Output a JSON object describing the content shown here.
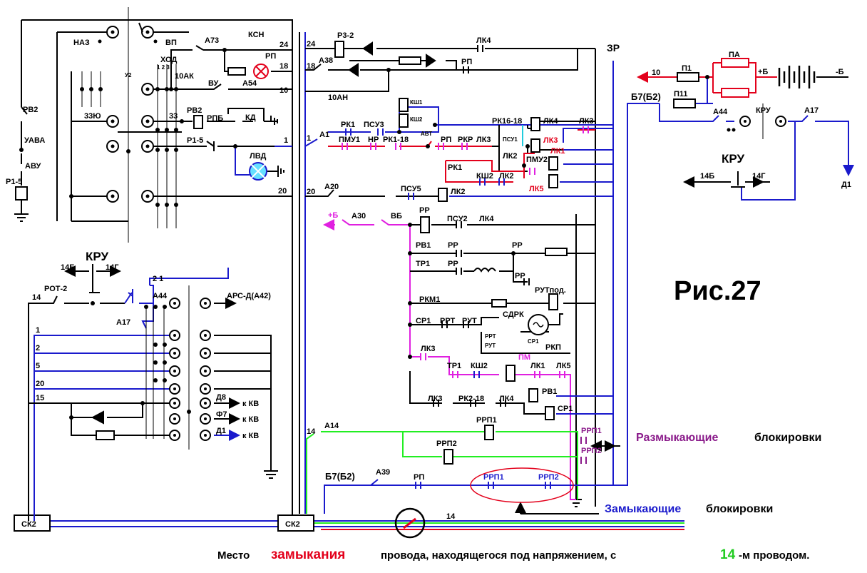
{
  "figure_title": "Рис.27",
  "legend": {
    "break_word": "Размыкающие",
    "break_rest": "блокировки",
    "make_word": "Замыкающие",
    "make_rest": "блокировки"
  },
  "caption": {
    "part1": "Место",
    "part2": "замыкания",
    "part3": "провода, находящегося под напряжением, с",
    "part4": "14",
    "part5": "-м проводом."
  },
  "colors": {
    "black_wire": "#000000",
    "blue_wire": "#1a1acc",
    "red_wire": "#e3001b",
    "magenta_wire": "#e020e0",
    "green_wire": "#22ee22",
    "lamp_rp": "#e3001b",
    "lamp_lvd": "#22ccee"
  },
  "top_left": {
    "naz": "НАЗ",
    "vp": "ВП",
    "a73": "А73",
    "ksn": "КСН",
    "rp": "РП",
    "w24": "24",
    "w18": "18",
    "w10": "10",
    "hod": "ХОД",
    "hod_nums": "1  2  3",
    "ak10": "10АК",
    "u2": "У2",
    "vu": "ВУ",
    "a54": "А54",
    "rv2": "РВ2",
    "w33yu": "33Ю",
    "w33": "33",
    "rv2b": "РВ2",
    "rpb": "РПБ",
    "kd": "КД",
    "r15": "Р1-5",
    "w1": "1",
    "lvd": "ЛВД",
    "w20": "20",
    "rv2_left": "РВ2",
    "uava": "УАВА",
    "avu": "АВУ",
    "r15_left": "Р1-5"
  },
  "top_mid": {
    "r32": "Р3-2",
    "w24": "24",
    "a38": "А38",
    "w18": "18",
    "ah10": "10АН",
    "lk4": "ЛК4",
    "rp": "РП",
    "ksh1": "КШ1",
    "ksh2": "КШ2",
    "rk1": "РК1",
    "psu3": "ПСУ3",
    "w1": "1",
    "a1": "А1",
    "pmu1": "ПМУ1",
    "nr": "НР",
    "rk118": "РК1-18",
    "avt": "АВТ",
    "rp2": "РП",
    "rkr": "РКР",
    "lk3": "ЛК3",
    "rk1618": "РК16-18",
    "psu1": "ПСУ1",
    "lk2": "ЛК2",
    "lk4b": "ЛК4",
    "lk3b": "ЛК3",
    "lk3r": "ЛК3",
    "lk1r": "ЛК1",
    "pmu2": "ПМУ2",
    "lk5r": "ЛК5",
    "rk1b": "РК1",
    "ksh2b": "КШ2",
    "lk2b": "ЛК2",
    "w20": "20",
    "a20": "А20",
    "psu5": "ПСУ5",
    "lk2c": "ЛК2",
    "zr": "ЗР"
  },
  "mid": {
    "plusb": "+Б",
    "a30": "А30",
    "vb": "ВБ",
    "rr": "РР",
    "psu2": "ПСУ2",
    "lk4": "ЛК4",
    "rv1": "РВ1",
    "rr2": "РР",
    "rr3": "РР",
    "tr1": "ТР1",
    "rr4": "РР",
    "rr5": "РР",
    "rkm1": "РКМ1",
    "rut_pod": "РУТпод.",
    "sdrk": "СДРК",
    "sr1": "СР1",
    "rrt": "РРТ",
    "rut": "РУТ",
    "rrt_s": "РРТ",
    "rut_s": "РУТ",
    "sr1_s": "СР1",
    "lk3": "ЛК3",
    "tr1b": "ТР1",
    "ksh2": "КШ2",
    "pm": "ПМ",
    "lk1": "ЛК1",
    "lk5": "ЛК5",
    "rkp": "РКП",
    "lk3b": "ЛК3",
    "rk218": "РК2-18",
    "lk4b": "ЛК4",
    "rv1b": "РВ1",
    "sr1b": "СР1"
  },
  "bottom": {
    "w14": "14",
    "a14": "А14",
    "rrp1": "РРП1",
    "rrp2": "РРП2",
    "rrp1b": "РРП1",
    "rrp2b": "РРП2",
    "b7b2": "Б7(Б2)",
    "a39": "А39",
    "rp": "РП",
    "rrp1c": "РРП1",
    "rrp2c": "РРП2",
    "sk2a": "СК2",
    "sk2b": "СК2",
    "w14b": "14"
  },
  "left_panel": {
    "kru": "КРУ",
    "k14b": "14Б",
    "k14g": "14Г",
    "rot2": "РОТ-2",
    "w14": "14",
    "a44_nums": "2  1",
    "a44": "А44",
    "a17": "А17",
    "ars": "АРС-Д(А42)",
    "w1": "1",
    "w2": "2",
    "w5": "5",
    "w20": "20",
    "w15": "15",
    "d8": "Д8",
    "f7": "Ф7",
    "d1": "Д1",
    "kkv1": "к КВ",
    "kkv2": "к КВ",
    "kkv3": "к КВ"
  },
  "right_top": {
    "w10": "10",
    "p1": "П1",
    "pa": "ПА",
    "plusb": "+Б",
    "minusb": "-Б",
    "b7b2": "Б7(Б2)",
    "p11": "П11",
    "a44": "А44",
    "kru": "КРУ",
    "a17": "А17",
    "kru2": "КРУ",
    "k14b": "14Б",
    "k14g": "14Г",
    "d1": "Д1"
  }
}
